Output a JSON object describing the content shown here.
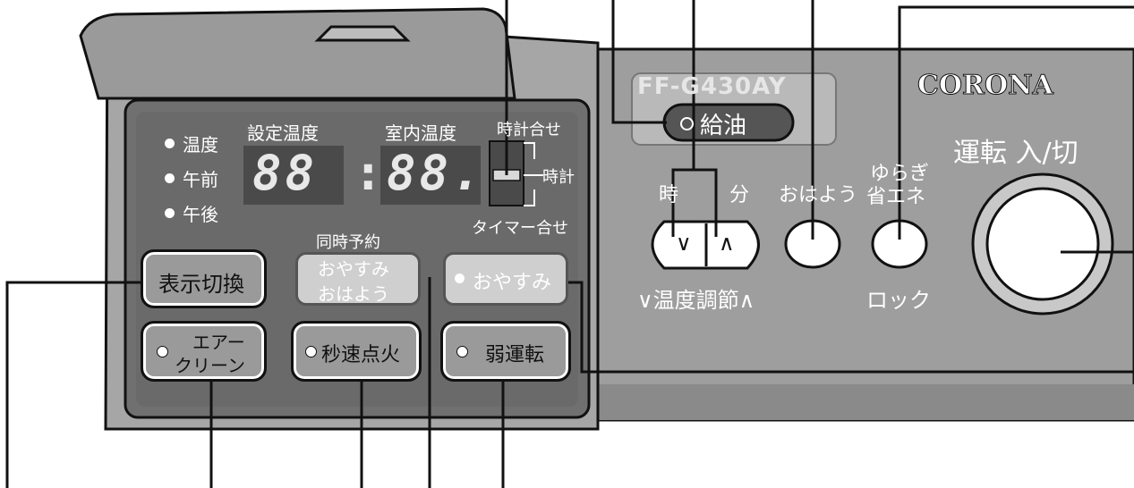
{
  "model": "FF-G430AY",
  "brand": "CORONA",
  "panel": {
    "indicators": [
      "温度",
      "午前",
      "午後"
    ],
    "display_labels": {
      "set_temp": "設定温度",
      "room_temp": "室内温度"
    },
    "display_values": {
      "left": "88",
      "colon": ":",
      "right": "88."
    },
    "switch_labels": {
      "clock_set": "時計合せ",
      "clock": "時計",
      "timer_set": "タイマー合せ"
    },
    "simultaneous": "同時予約",
    "buttons": {
      "display_switch": "表示切換",
      "reserve_line1": "おやすみ",
      "reserve_line2": "おはよう",
      "oyasumi": "おやすみ",
      "air_line1": "エアー",
      "air_line2": "クリーン",
      "quick_ignite": "秒速点火",
      "low_run": "弱運転"
    }
  },
  "right_panel": {
    "refuel": "給油",
    "hour_label": "時",
    "minute_label": "分",
    "ohayou_label": "おはよう",
    "yuragi_line1": "ゆらぎ",
    "yuragi_line2": "省エネ",
    "temp_adjust": "∨温度調節∧",
    "lock": "ロック",
    "power_label": "運転 入/切",
    "down_arrow": "∨",
    "up_arrow": "∧"
  }
}
